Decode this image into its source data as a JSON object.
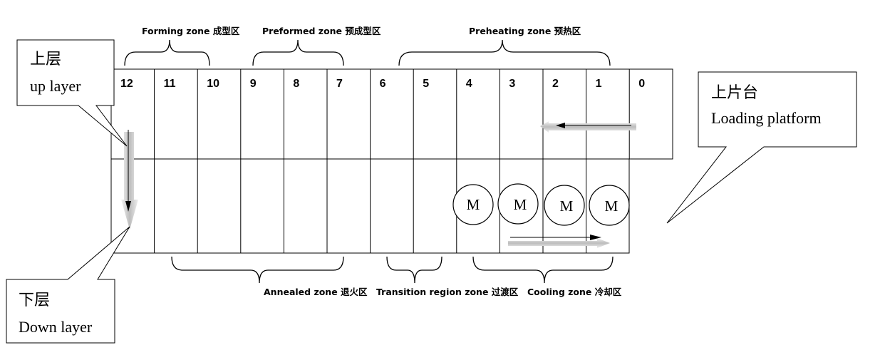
{
  "cells": [
    "12",
    "11",
    "10",
    "9",
    "8",
    "7",
    "6",
    "5",
    "4",
    "3",
    "2",
    "1",
    "0"
  ],
  "zones_top": [
    {
      "label": "Forming zone 成型区"
    },
    {
      "label": "Preformed zone 预成型区"
    },
    {
      "label": "Preheating zone 预热区"
    }
  ],
  "zones_bottom": [
    {
      "label": "Annealed zone 退火区"
    },
    {
      "label": "Transition region zone 过渡区"
    },
    {
      "label": "Cooling zone 冷却区"
    }
  ],
  "callouts": {
    "up_layer": {
      "line1": "上层",
      "line2": "up layer"
    },
    "down_layer": {
      "line1": "下层",
      "line2": "Down layer"
    },
    "loading": {
      "line1": "上片台",
      "line2": "Loading platform"
    }
  },
  "motors": [
    "M",
    "M",
    "M",
    "M"
  ]
}
